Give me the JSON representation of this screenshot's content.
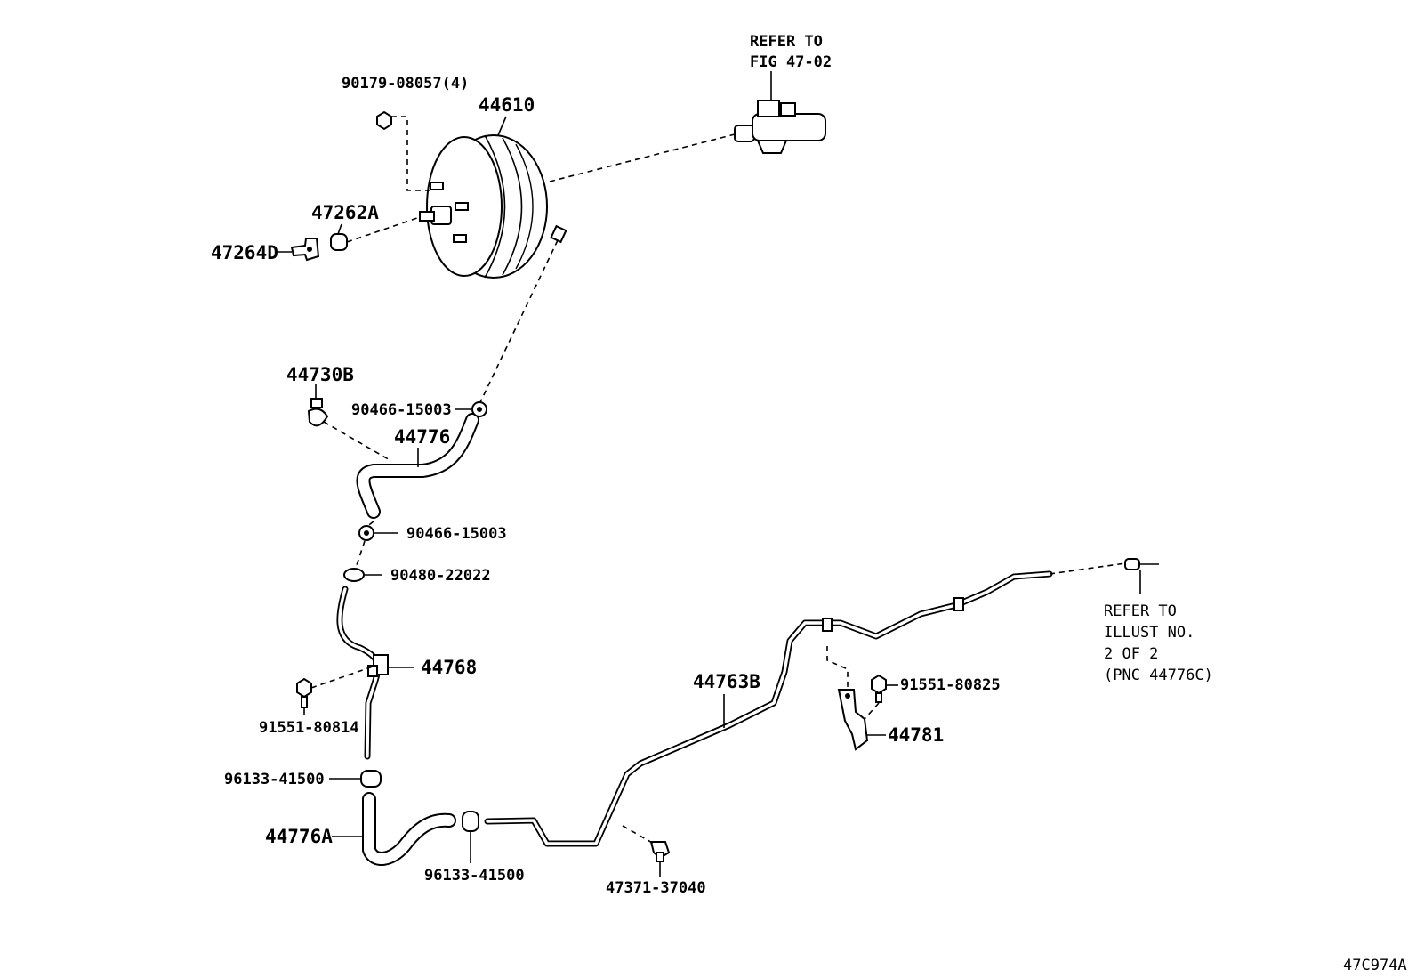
{
  "labels": {
    "refer_fig_line1": "REFER TO",
    "refer_fig_line2": "FIG 47-02",
    "p_90179": "90179-08057(4)",
    "p_44610": "44610",
    "p_47262a": "47262A",
    "p_47264d": "47264D",
    "p_44730b": "44730B",
    "p_90466_a": "90466-15003",
    "p_44776": "44776",
    "p_90466_b": "90466-15003",
    "p_90480": "90480-22022",
    "p_44768": "44768",
    "p_91551_80814": "91551-80814",
    "p_96133_a": "96133-41500",
    "p_44776a": "44776A",
    "p_96133_b": "96133-41500",
    "p_47371": "47371-37040",
    "p_44763b": "44763B",
    "p_91551_80825": "91551-80825",
    "p_44781": "44781",
    "refer_illust_line1": "REFER TO",
    "refer_illust_line2": "ILLUST NO.",
    "refer_illust_line3": "2 OF 2",
    "refer_illust_line4": "(PNC 44776C)",
    "figure_code": "47C974A"
  }
}
